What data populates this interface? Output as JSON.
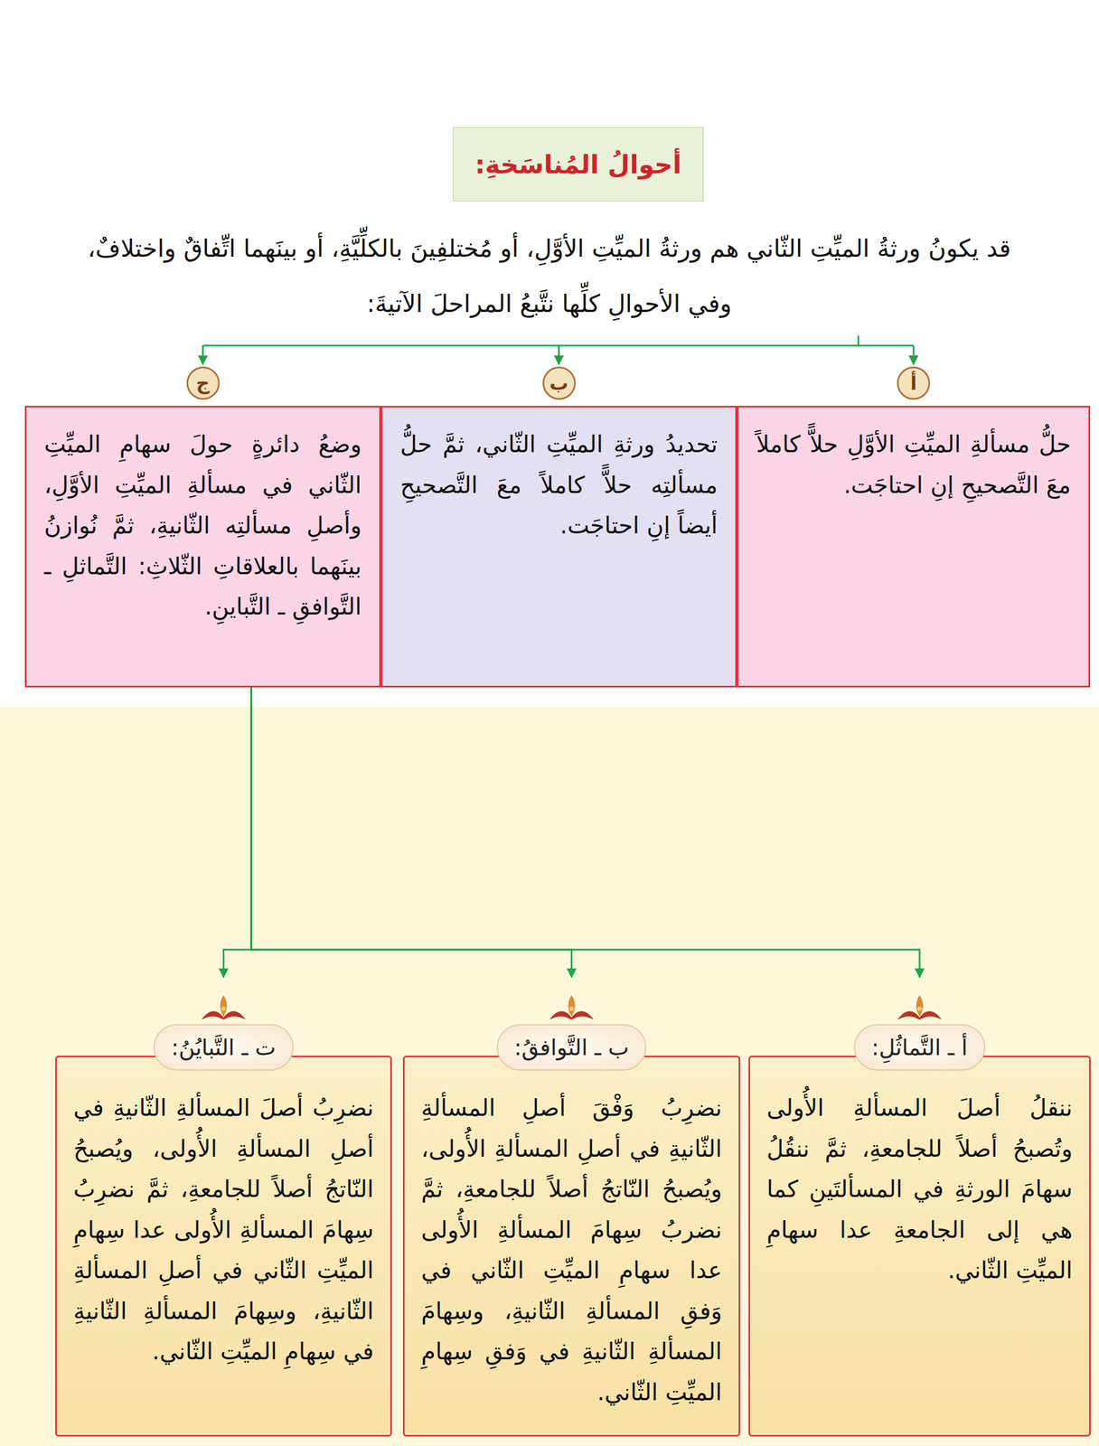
{
  "diagram": {
    "title": "أحوالُ المُناسَخةِ:",
    "nodes": [
      {
        "text": [
          "أ",
          "حلُّ مسألةِ الميِّتِ الأوَّلِ حلاًّ كاملاً معَ التَّصحيحِ إنِ احتاجَت."
        ]
      },
      {
        "text": [
          "ب",
          "تحديدُ ورثةِ الميِّتِ الثّاني، ثمَّ حلُّ مسألتِه حلاًّ كاملاً معَ التَّصحيحِ أيضاً إنِ احتاجَت."
        ]
      },
      {
        "text": [
          "ج",
          "وضعُ دائرةٍ حولَ سهامِ الميِّتِ الثّاني في مسألةِ الميِّتِ الأوَّلِ، وأصلِ مسألتِه الثّانيةِ، ثمَّ نُوازنُ بينَهما بالعلاقاتِ الثّلاثِ: التَّماثلِ ـ التَّوافقِ ـ التَّباينِ."
        ]
      },
      {
        "text": [
          "أ ـ التَّماثُلِ:",
          "ننقلُ أصلَ المسألةِ الأُولى وتُصبحُ أصلاً للجامعةِ، ثمَّ ننقُلُ سهامَ الورثةِ في المسألتَينِ كما هي إلى الجامعةِ عدا سهامِ الميِّتِ الثّاني."
        ]
      },
      {
        "text": [
          "ب ـ التَّوافقُ:",
          "نضرِبُ وَفْقَ أصلِ المسألةِ الثّانيةِ في أصلِ المسألةِ الأُولى، ويُصبحُ النّاتجُ أصلاً للجامعةِ، ثمَّ نضربُ سِهامَ المسألةِ الأُولى عدا سهامِ الميِّتِ الثّاني في وَفقِ المسألةِ الثّانيةِ، وسِهامَ المسألةِ الثّانيةِ في وَفقِ سِهامِ الميِّتِ الثّاني."
        ]
      },
      {
        "text": [
          "ت ـ التَّبايُنُ:",
          "نضرِبُ أصلَ المسألةِ الثّانيةِ في أصلِ المسألةِ الأُولى، ويُصبحُ النّاتجُ أصلاً للجامعةِ، ثمَّ نضرِبُ سِهامَ المسألةِ الأُولى عدا سِهامِ الميِّتِ الثّاني في أصلِ المسألةِ الثّانيةِ، وسِهامَ المسألةِ الثّانيةِ في سِهامِ الميِّتِ الثّاني."
        ]
      }
    ],
    "edges": [
      {
        "from": 2,
        "to": 3,
        "arrow": "to"
      },
      {
        "from": 2,
        "to": 4,
        "arrow": "to"
      },
      {
        "from": 2,
        "to": 5,
        "arrow": "to"
      }
    ],
    "labels": [
      "قد يكونُ ورثةُ الميِّتِ الثّاني هم ورثةُ الميِّتِ الأوَّلِ، أو مُختلفِينَ بالكلِّيَّةِ، أو بينَهما اتِّفاقٌ واختلافٌ، وفي الأحوالِ كلِّها نتَّبعُ المراحلَ الآتيةَ:"
    ]
  }
}
